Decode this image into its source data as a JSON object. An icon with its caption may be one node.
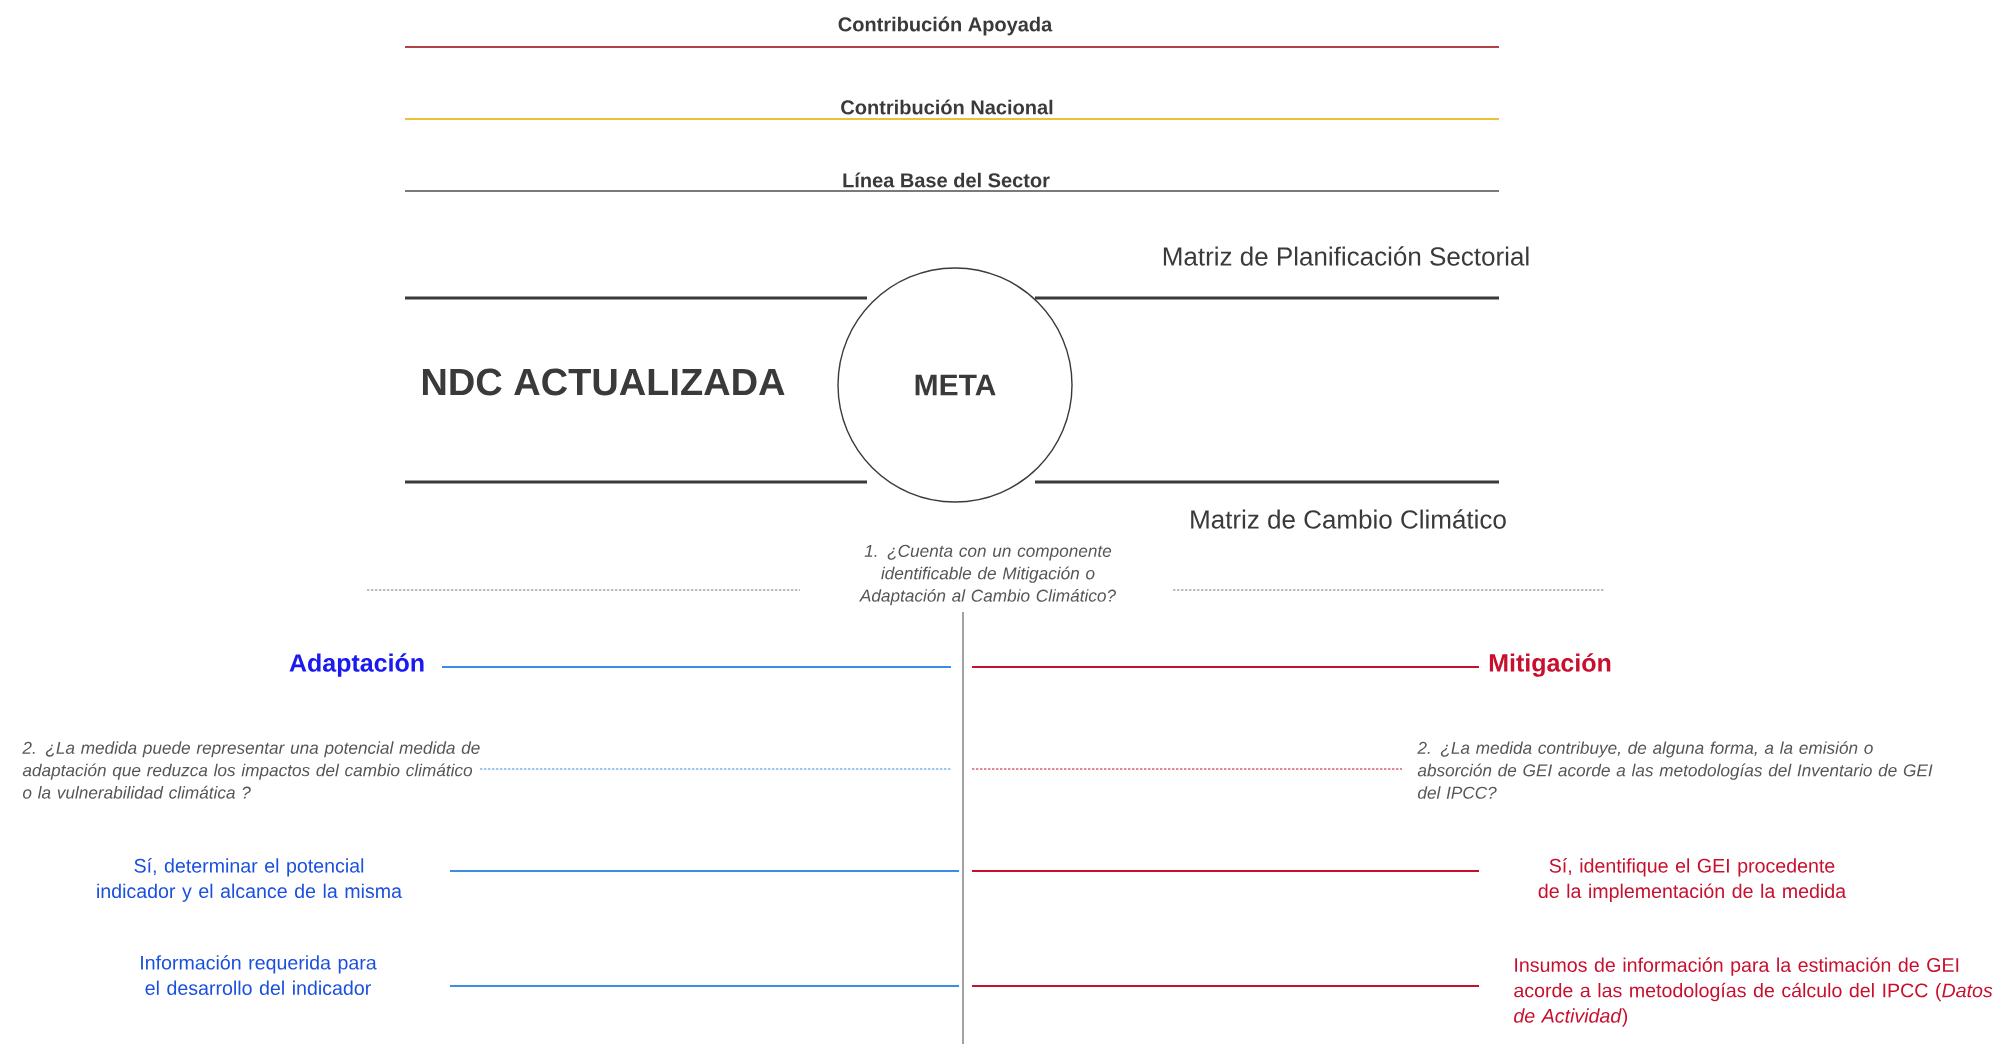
{
  "diagram": {
    "nodes": [
      {
        "text": [
          "META"
        ]
      }
    ],
    "labels": [
      "Contribución Apoyada",
      "Contribución Nacional",
      "Línea Base del Sector",
      "Matriz de Planificación Sectorial",
      "NDC ACTUALIZADA",
      "Matriz de Cambio Climático",
      "1. ¿Cuenta con un componente identificable de Mitigación o Adaptación al Cambio Climático?",
      "Adaptación",
      "Mitigación",
      "2. ¿La medida puede representar una potencial medida de adaptación que reduzca los impactos del cambio climático o la vulnerabilidad climática ?",
      "2. ¿La medida contribuye, de alguna forma, a la emisión o absorción de GEI acorde a las metodologías del Inventario de GEI del IPCC?",
      "Sí, determinar el potencial indicador y el alcance de la misma",
      "Sí, identifique el GEI procedente de la implementación de la medida",
      "Información requerida para el desarrollo del indicador",
      "Insumos de información para la estimación de GEI acorde a las metodologías de cálculo del IPCC (*Datos de Actividad*)"
    ]
  }
}
